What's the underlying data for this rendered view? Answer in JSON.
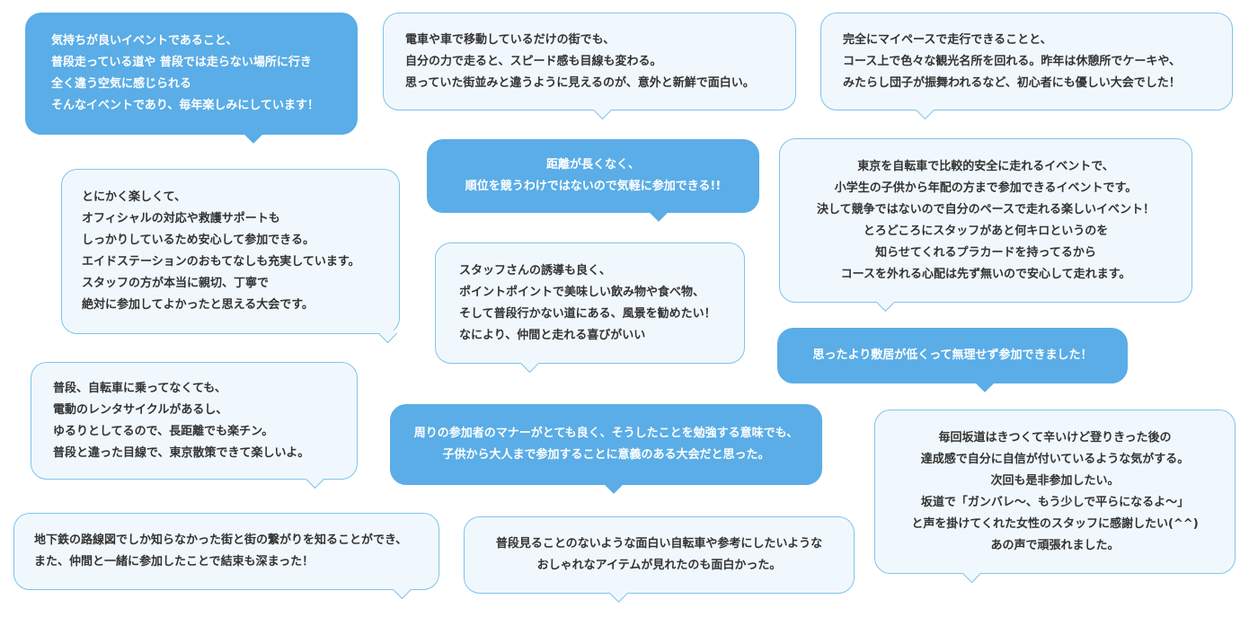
{
  "bubbles": [
    {
      "lines": [
        "気持ちが良いイベントであること、",
        "普段走っている道や 普段では走らない場所に行き",
        "全く違う空気に感じられる",
        "そんなイベントであり、毎年楽しみにしています！"
      ]
    },
    {
      "lines": [
        "電車や車で移動しているだけの街でも、",
        "自分の力で走ると、スピード感も目線も変わる。",
        "思っていた街並みと違うように見えるのが、意外と新鮮で面白い。"
      ]
    },
    {
      "lines": [
        "完全にマイペースで走行できることと、",
        "コース上で色々な観光名所を回れる。昨年は休憩所でケーキや、",
        "みたらし団子が振舞われるなど、初心者にも優しい大会でした！"
      ]
    },
    {
      "lines": [
        "距離が長くなく、",
        "順位を競うわけではないので気軽に参加できる!!"
      ]
    },
    {
      "lines": [
        "東京を自転車で比較的安全に走れるイベントで、",
        "小学生の子供から年配の方まで参加できるイベントです。",
        "決して競争ではないので自分のペースで走れる楽しいイベント！",
        "とろどころにスタッフがあと何キロというのを",
        "知らせてくれるプラカードを持ってるから",
        "コースを外れる心配は先ず無いので安心して走れます。"
      ]
    },
    {
      "lines": [
        "とにかく楽しくて、",
        "オフィシャルの対応や救護サポートも",
        "しっかりしているため安心して参加できる。",
        "エイドステーションのおもてなしも充実しています。",
        "スタッフの方が本当に親切、丁寧で",
        "絶対に参加してよかったと思える大会です。"
      ]
    },
    {
      "lines": [
        "スタッフさんの誘導も良く、",
        "ポイントポイントで美味しい飲み物や食べ物、",
        "そして普段行かない道にある、風景を勧めたい！",
        "なにより、仲間と走れる喜びがいい"
      ]
    },
    {
      "lines": [
        "思ったより敷居が低くって無理せず参加できました！"
      ]
    },
    {
      "lines": [
        "普段、自転車に乗ってなくても、",
        "電動のレンタサイクルがあるし、",
        "ゆるりとしてるので、長距離でも楽チン。",
        "普段と違った目線で、東京散策できて楽しいよ。"
      ]
    },
    {
      "lines": [
        "周りの参加者のマナーがとても良く、そうしたことを勉強する意味でも、",
        "子供から大人まで参加することに意義のある大会だと思った。"
      ]
    },
    {
      "lines": [
        "毎回坂道はきつくて辛いけど登りきった後の",
        "達成感で自分に自信が付いているような気がする。",
        "次回も是非参加したい。",
        "坂道で「ガンバレ〜、もう少しで平らになるよ〜」",
        "と声を掛けてくれた女性のスタッフに感謝したい(^^)",
        "あの声で頑張れました。"
      ]
    },
    {
      "lines": [
        "地下鉄の路線図でしか知らなかった街と街の繋がりを知ることができ、",
        "また、仲間と一緒に参加したことで結束も深まった！"
      ]
    },
    {
      "lines": [
        "普段見ることのないような面白い自転車や参考にしたいような",
        "おしゃれなアイテムが見れたのも面白かった。"
      ]
    }
  ],
  "colors": {
    "dark_bubble": "#5aade6",
    "light_bubble_bg": "#f1f8fd",
    "light_bubble_border": "#7ec4ec",
    "text_dark": "#333333",
    "text_light": "#ffffff"
  }
}
